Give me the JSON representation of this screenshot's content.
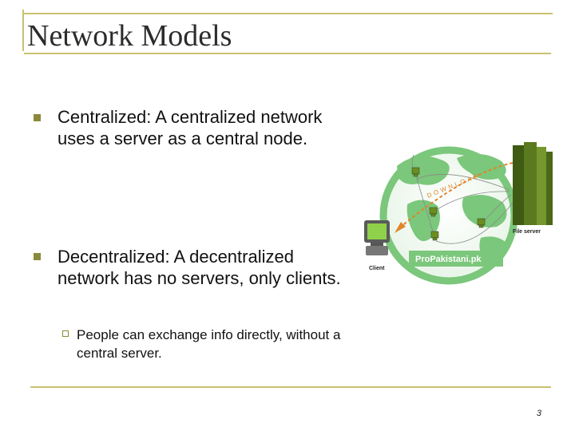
{
  "slide": {
    "title": "Network Models",
    "page_number": "3"
  },
  "bullets": [
    {
      "text": "Centralized: A centralized network uses a server as a central node."
    },
    {
      "text": "Decentralized: A decentralized network has no servers, only clients."
    }
  ],
  "sub_bullets": [
    {
      "text": "People can exchange info directly, without a central server."
    }
  ],
  "diagram": {
    "client_label": "Client",
    "server_label": "File server",
    "download_label": "DOWNLOAD",
    "watermark": "ProPakistani.pk"
  },
  "colors": {
    "accent": "#c9c070",
    "bullet": "#8a8a3a",
    "globe": "#7bc77b",
    "server": "#5b7a1f"
  }
}
